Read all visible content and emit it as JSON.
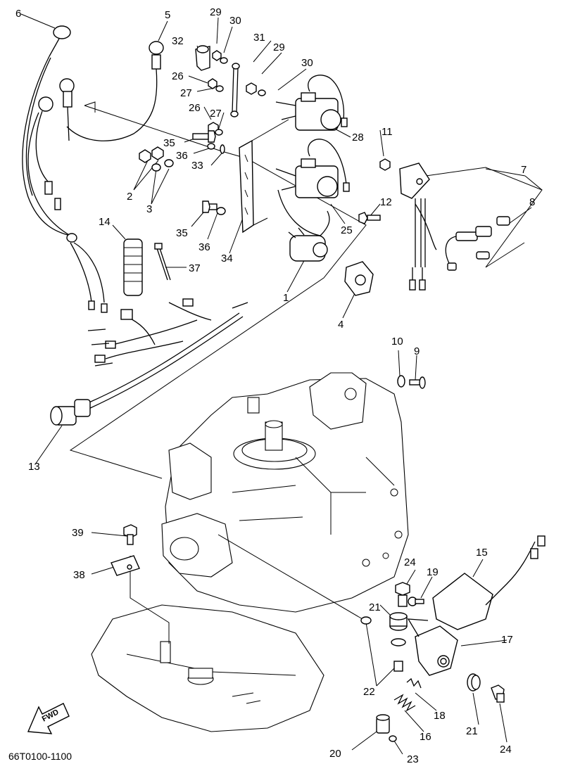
{
  "diagram": {
    "drawing_code": "66T0100-1100",
    "direction_label": "FWD",
    "callouts": {
      "c1": "1",
      "c2": "2",
      "c3": "3",
      "c4": "4",
      "c5": "5",
      "c6": "6",
      "c7": "7",
      "c8": "8",
      "c9": "9",
      "c10": "10",
      "c11": "11",
      "c12": "12",
      "c13": "13",
      "c14": "14",
      "c15": "15",
      "c16": "16",
      "c17": "17",
      "c18": "18",
      "c19": "19",
      "c20": "20",
      "c21a": "21",
      "c21b": "21",
      "c22": "22",
      "c23": "23",
      "c24a": "24",
      "c24b": "24",
      "c25": "25",
      "c26a": "26",
      "c26b": "26",
      "c27a": "27",
      "c27b": "27",
      "c28": "28",
      "c29a": "29",
      "c29b": "29",
      "c30a": "30",
      "c30b": "30",
      "c31": "31",
      "c32": "32",
      "c33": "33",
      "c34": "34",
      "c35a": "35",
      "c35b": "35",
      "c36a": "36",
      "c36b": "36",
      "c37": "37",
      "c38": "38",
      "c39": "39"
    }
  }
}
